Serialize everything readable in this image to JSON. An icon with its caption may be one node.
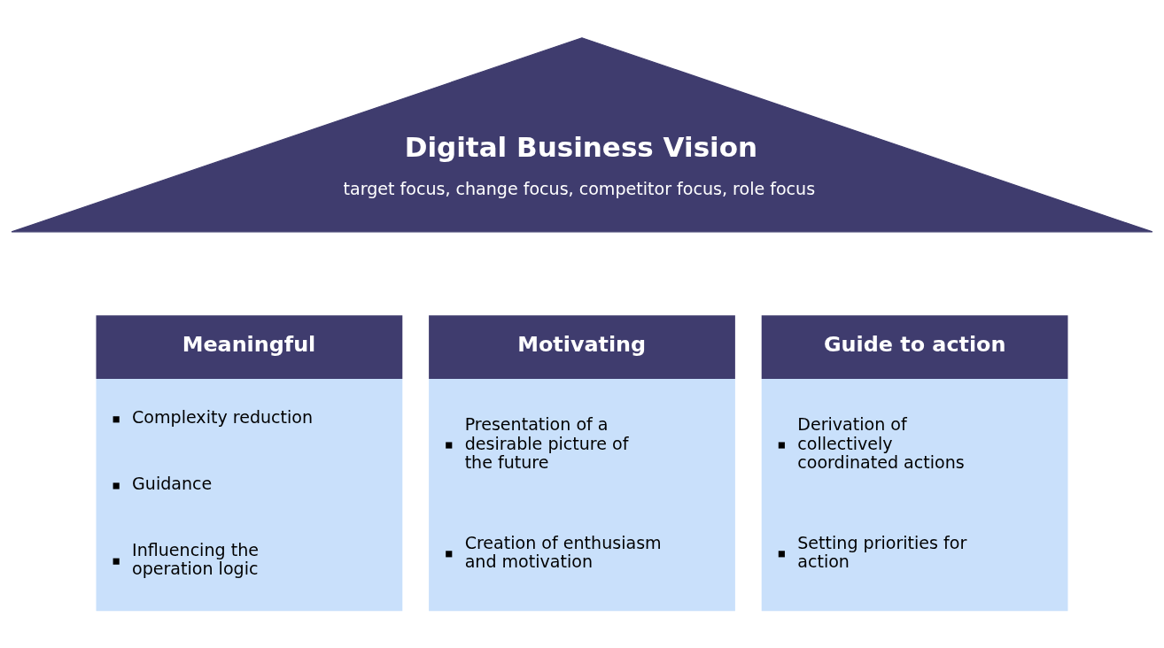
{
  "diagram": {
    "nodes": [
      {
        "text": [
          "Digital Business Vision",
          "target focus, change focus, competitor focus, role focus"
        ]
      },
      {
        "text": [
          "Meaningful",
          "Complexity reduction",
          "Guidance",
          "Influencing the operation logic"
        ]
      },
      {
        "text": [
          "Motivating",
          "Presentation of a desirable picture of the future",
          "Creation of enthusiasm and motivation"
        ]
      },
      {
        "text": [
          "Guide to action",
          "Derivation of collectively coordinated actions",
          "Setting priorities for action"
        ]
      }
    ],
    "edges": []
  }
}
